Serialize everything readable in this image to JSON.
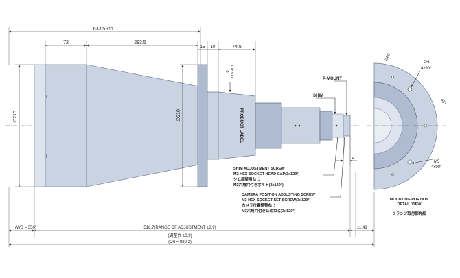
{
  "dims": {
    "overall_length": "633.5",
    "overall_tolerance": "±10",
    "d72": "72",
    "d283": "283.5",
    "d15": "15",
    "d10": "10",
    "d745": "74.5",
    "d1150": "0",
    "d1150b": "115 -0.1",
    "dia210_left": "∅210",
    "dia210_mid": "∅210",
    "d4": "4",
    "wd": "(WD = 350)",
    "range": "518.7(RANGE OF ADJUSTMENT ±0.9)",
    "range_jp": "(調整代 ±0.9)",
    "oi": "(O/I = 880.2)",
    "d1148": "11.48",
    "dia80": "∅80",
    "dia6": "∅6",
    "x4_90_a": "4x90°",
    "deg45": "45°",
    "m5": "M5",
    "x4_90_b": "4x90°"
  },
  "labels": {
    "product_label": "PRODUCT LABEL",
    "p_mount": "P-MOUNT",
    "shim": "SHIM",
    "shim_screw_1": "SHIM ADJUSTMENT SCREW",
    "shim_screw_2": "M2 HEX SOCKET HEAD CAP(3x120°)",
    "shim_screw_3": "シム調整用ねじ",
    "shim_screw_4": "M2六角穴付きボルト(3x120°)",
    "cam_screw_1": "CAMERA POSITION ADJUSTING SCREW",
    "cam_screw_2": "M3 HEX SOCKET SET SCREW(3x120°)",
    "cam_screw_3": "カメラ位置調整ねじ",
    "cam_screw_4": "M3六角穴付き止めねじ(3x120°)",
    "detail_1": "MOUNTING PORTION",
    "detail_2": "DETAIL VIEW",
    "detail_3": "フランジ取付部詳細"
  },
  "colors": {
    "body": "#c9d3e2",
    "outline": "#6e7c92"
  }
}
